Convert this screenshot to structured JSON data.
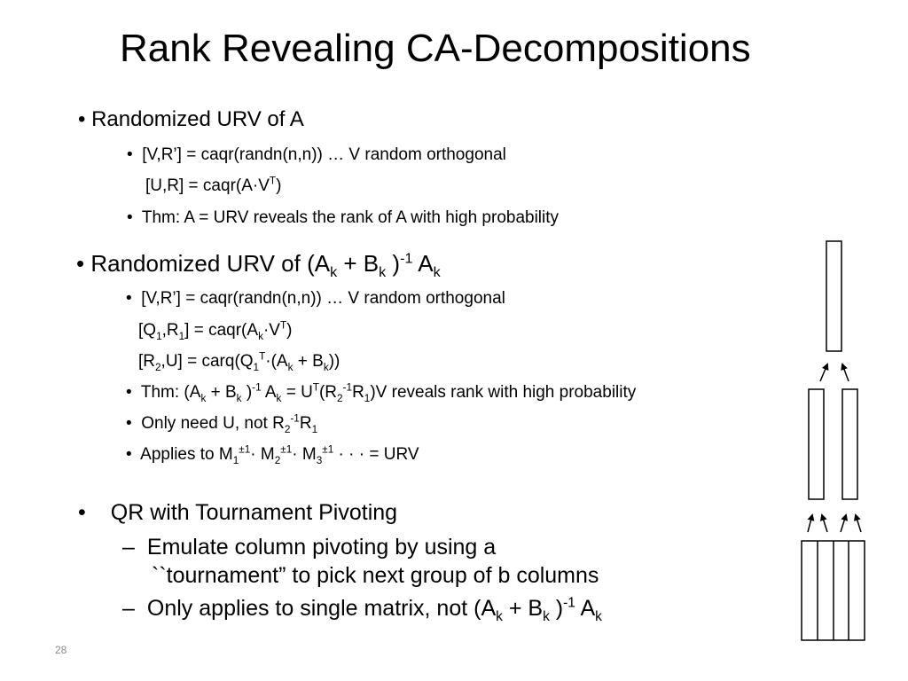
{
  "slide": {
    "title": "Rank Revealing CA-Decompositions",
    "number": "28",
    "bullet_glyph": "•",
    "dash_glyph": "–"
  },
  "section1": {
    "heading": "Randomized URV of A",
    "items": [
      "[V,R’] = caqr(randn(n,n)) … V random orthogonal",
      "[U,R] = caqr(A·V",
      "Thm: A = URV reveals the rank of A with high probability"
    ],
    "sup_T": "T",
    "close_paren": ")"
  },
  "section2": {
    "heading_parts": [
      "Randomized URV of (A",
      "k",
      " + B",
      "k",
      " )",
      "-1",
      " A",
      "k"
    ],
    "line1": "[V,R’] = caqr(randn(n,n)) … V random orthogonal",
    "line2_parts": [
      "[Q",
      "1",
      ",R",
      "1",
      "] = caqr(A",
      "k",
      "·V",
      "T",
      ")"
    ],
    "line3_parts": [
      "[R",
      "2",
      ",U] = carq(Q",
      "1",
      "T",
      "·(A",
      "k",
      " + B",
      "k",
      "))"
    ],
    "line4_parts": [
      "Thm: (A",
      "k",
      " + B",
      "k",
      " )",
      "-1",
      " A",
      "k",
      " = U",
      "T",
      "(R",
      "2",
      "-1",
      "R",
      "1",
      ")V reveals rank with high probability"
    ],
    "line5_parts": [
      "Only need U, not R",
      "2",
      "-1",
      "R",
      "1"
    ],
    "line6_parts": [
      "Applies to M",
      "1",
      "±1",
      "· M",
      "2",
      "±1",
      "· M",
      "3",
      "±1",
      " · · · = URV"
    ]
  },
  "section3": {
    "heading": "QR with Tournament Pivoting",
    "sub1_line1": "Emulate column pivoting by using a",
    "sub1_line2": "``tournament” to pick next group of b columns",
    "sub2_parts": [
      "Only applies to single matrix, not (A",
      "k",
      " + B",
      "k",
      " )",
      "-1",
      " A",
      "k"
    ]
  }
}
